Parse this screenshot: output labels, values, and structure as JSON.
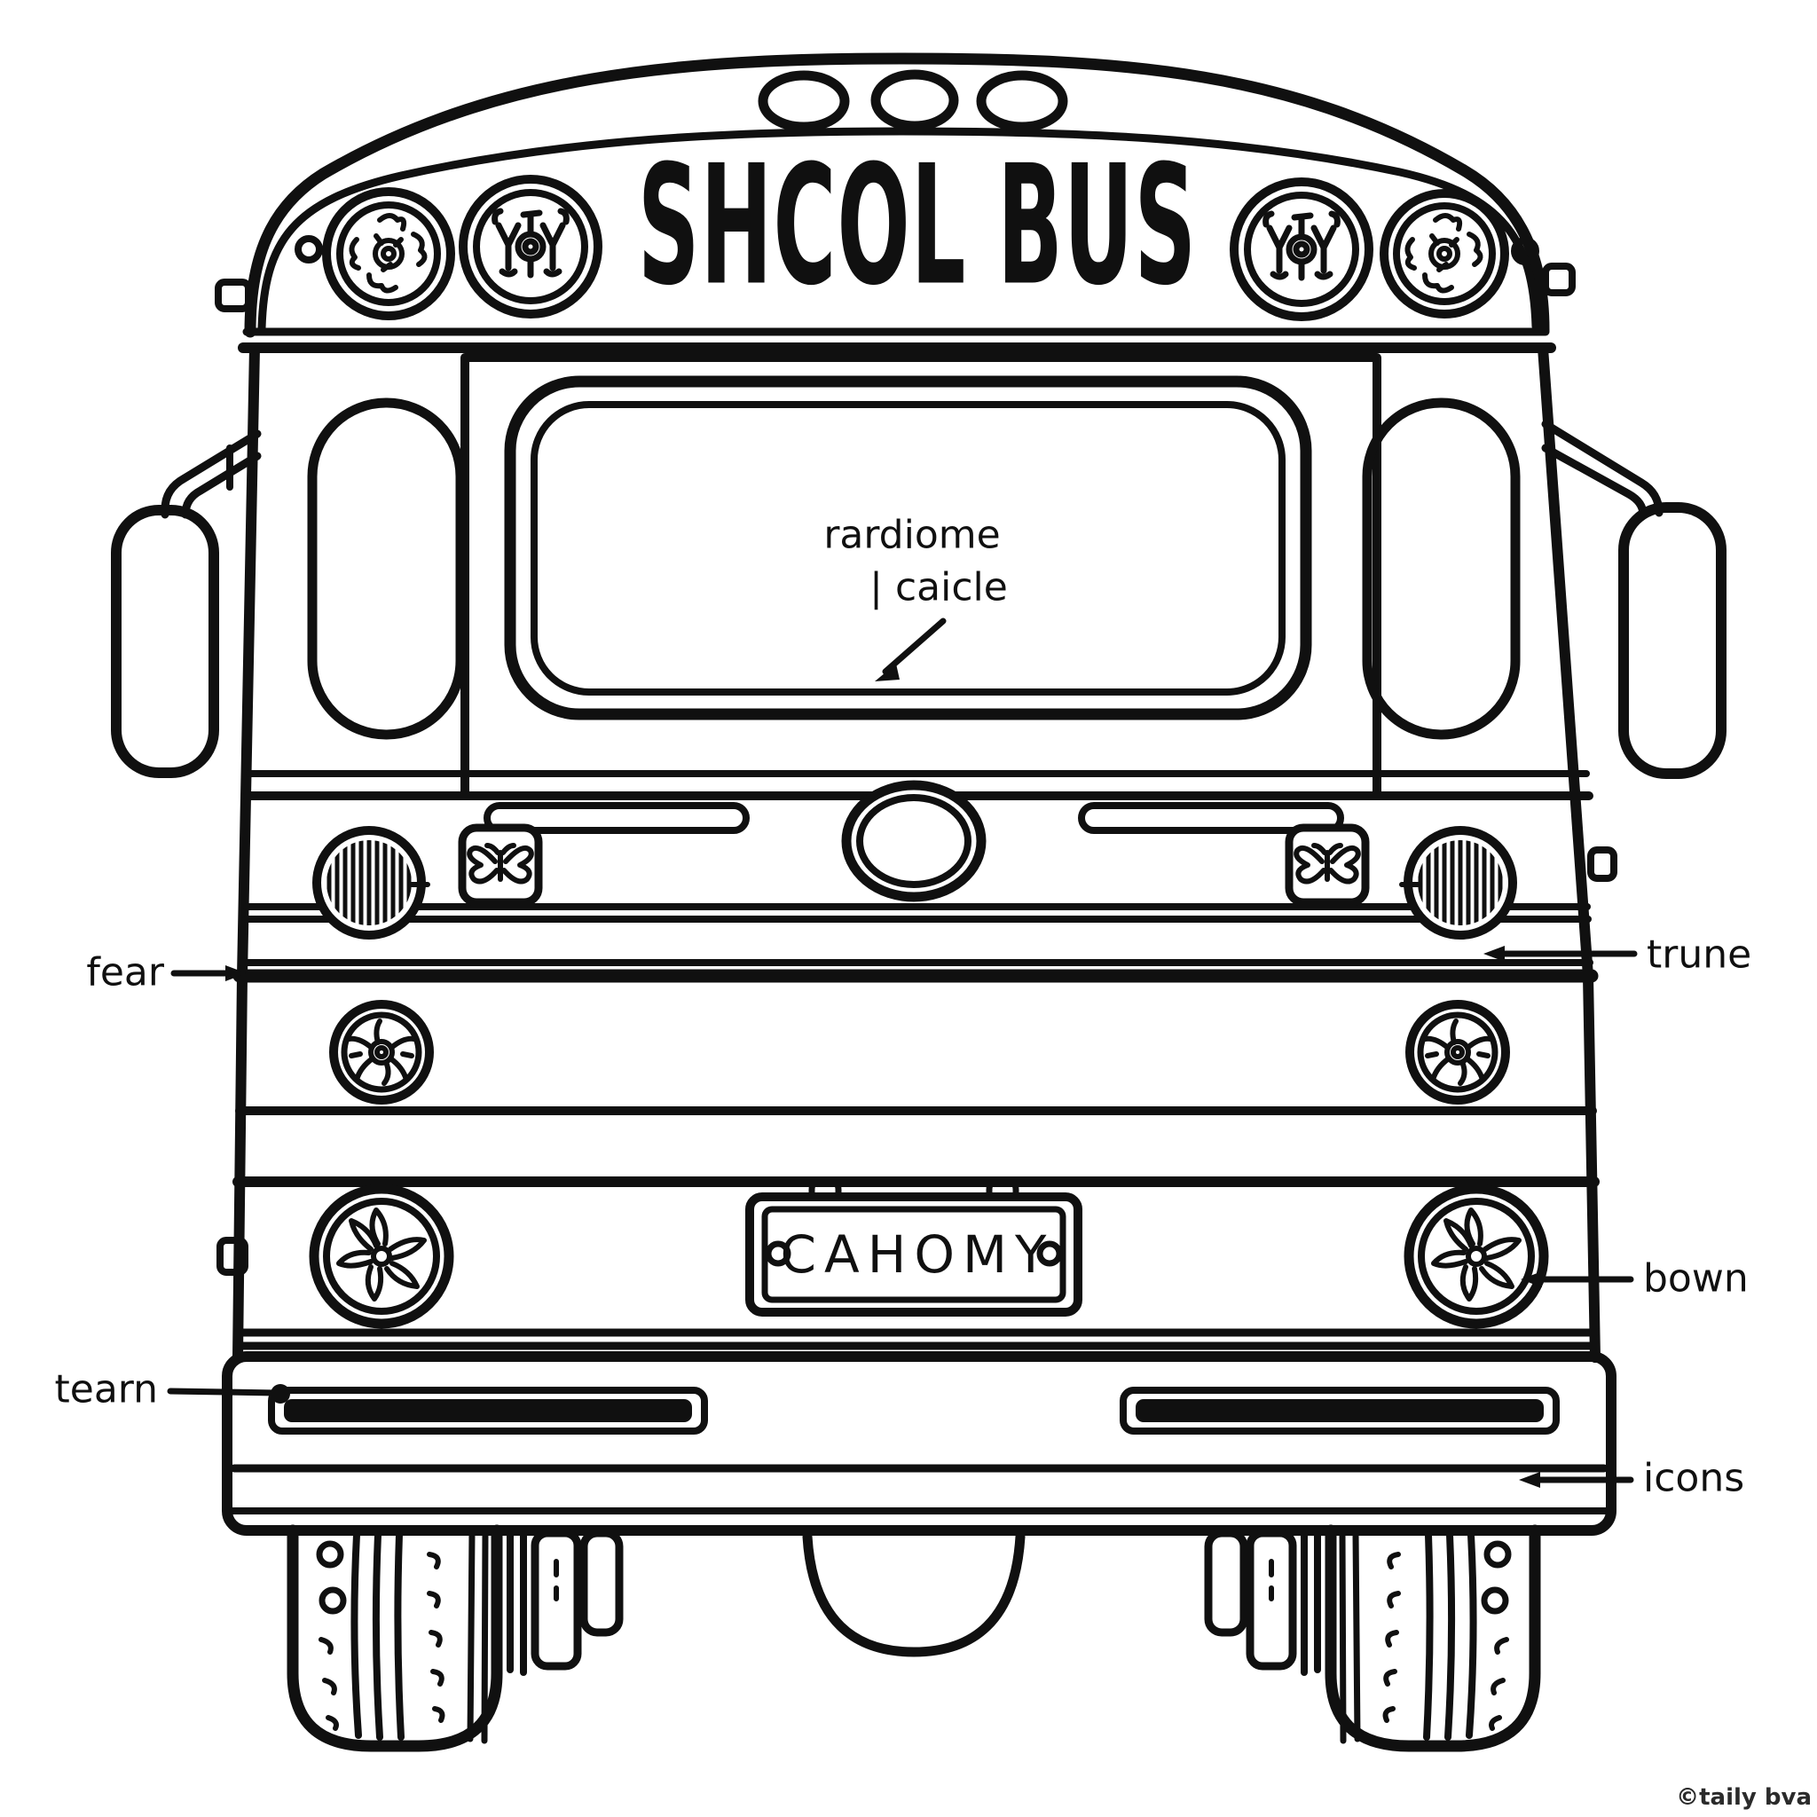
{
  "page": {
    "background": "#ffffff",
    "ink": "#101010",
    "kind": "coloring-page-diagram"
  },
  "bus": {
    "header_text": "SHCOL BUS",
    "license_plate_text": "CAHOMY",
    "window_annotation": {
      "line1": "rardiome",
      "line2": "| caicle"
    },
    "callouts": [
      {
        "id": "fear",
        "text": "fear",
        "side": "left"
      },
      {
        "id": "trune",
        "text": "trune",
        "side": "right"
      },
      {
        "id": "bown",
        "text": "bown",
        "side": "right"
      },
      {
        "id": "tearn",
        "text": "tearn",
        "side": "left"
      },
      {
        "id": "icons",
        "text": "icons",
        "side": "right"
      }
    ],
    "icons": [
      "roof-marker-ovals-icon",
      "warning-light-icon",
      "hatched-lamp-icon",
      "butterfly-emblem-icon",
      "scribble-lamp-icon",
      "starburst-lamp-icon",
      "engine-badge-icon",
      "license-plate-icon",
      "side-mirror-icon",
      "bumper-icon",
      "tire-icon"
    ]
  },
  "watermark": "©taily bva"
}
